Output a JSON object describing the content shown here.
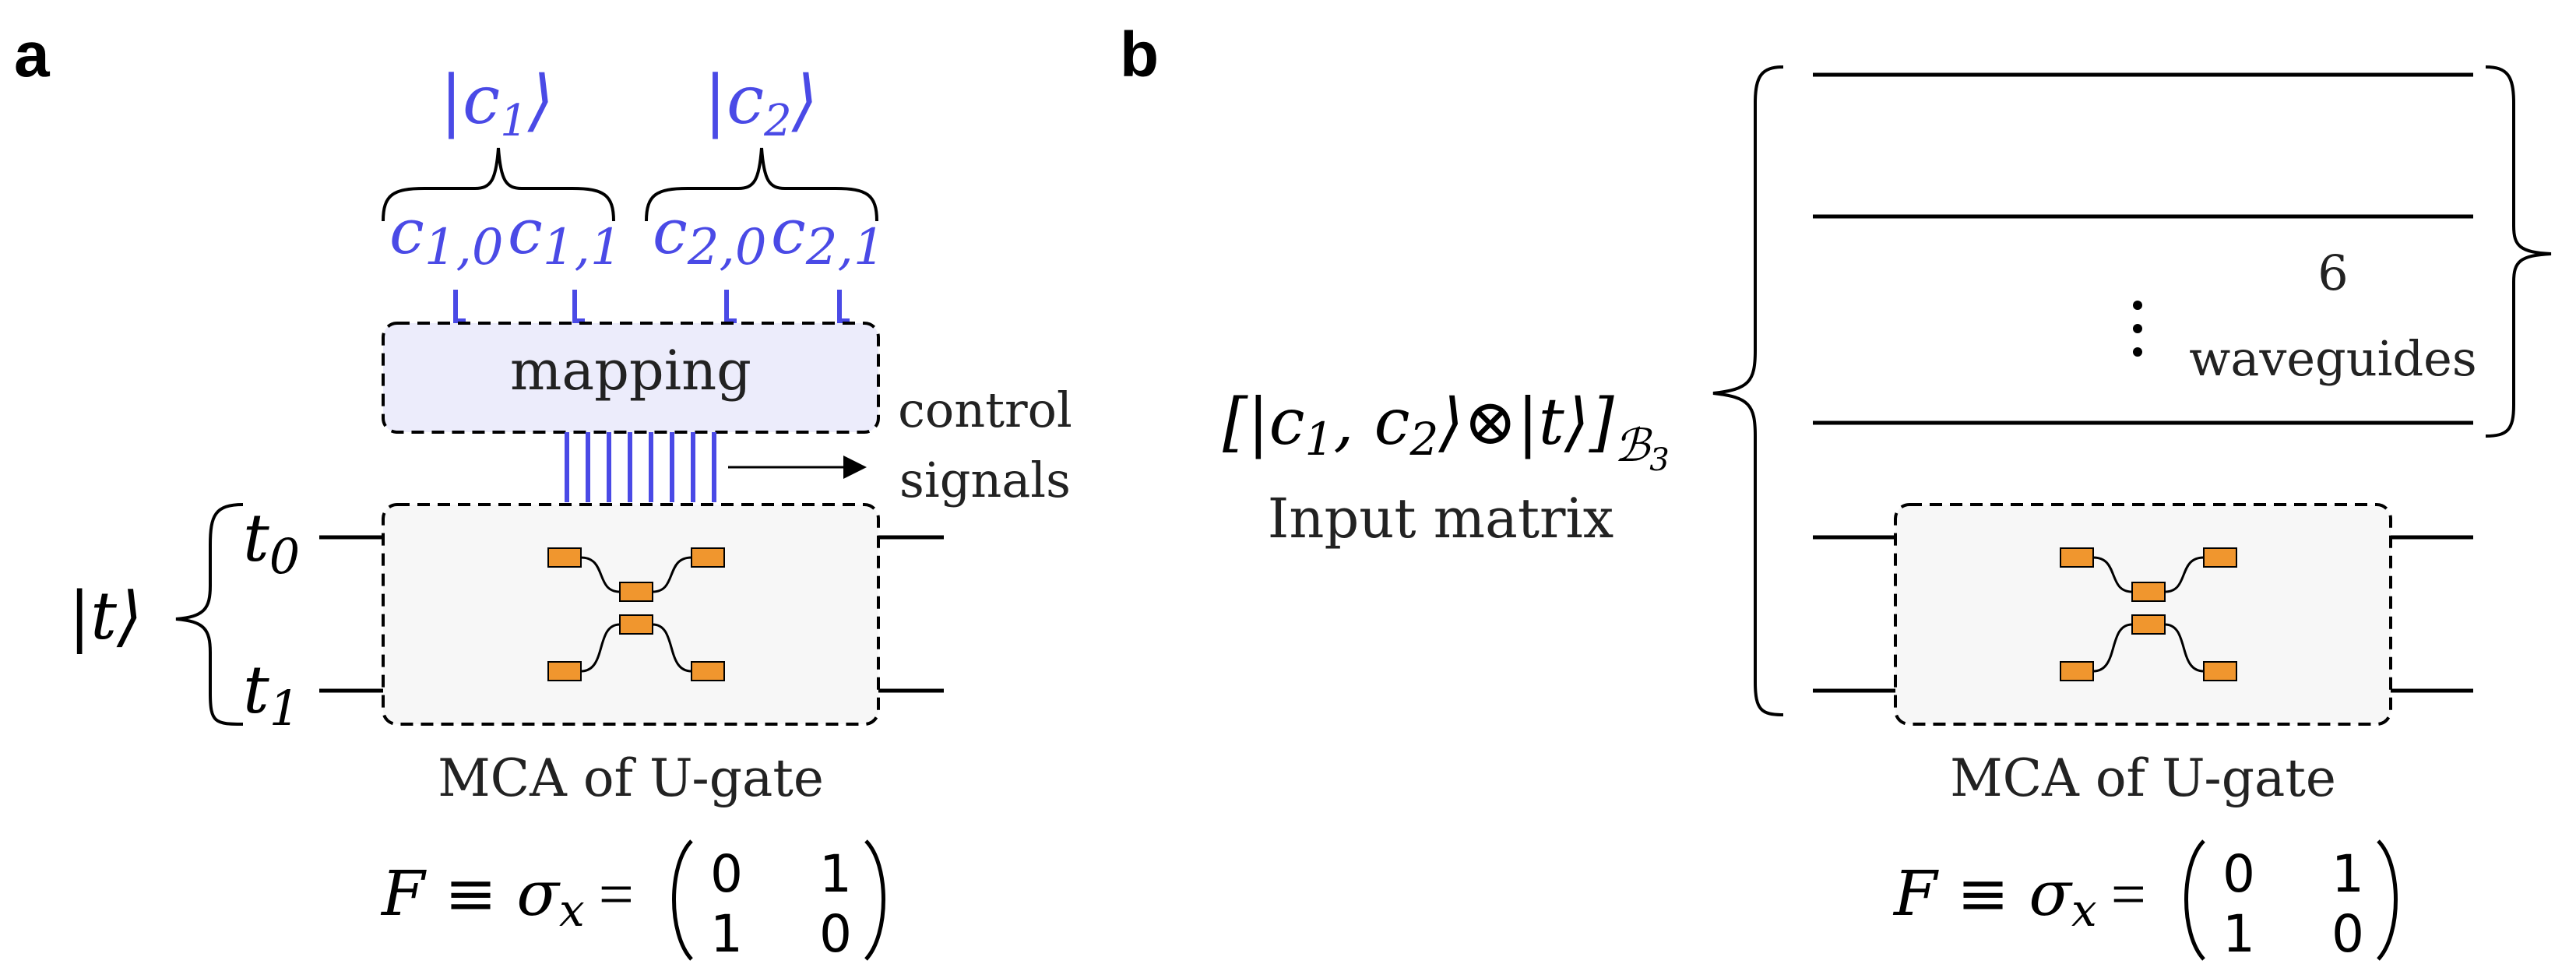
{
  "panel_a": {
    "label": "a",
    "ket_c1": "|c",
    "ket_c1_sub": "1",
    "ket_c1_close": "⟩",
    "ket_c2": "|c",
    "ket_c2_sub": "2",
    "ket_c2_close": "⟩",
    "c10": "c",
    "c10_sub": "1,0",
    "c11": "c",
    "c11_sub": "1,1",
    "c20": "c",
    "c20_sub": "2,0",
    "c21": "c",
    "c21_sub": "2,1",
    "mapping_label": "mapping",
    "control_line1": "control",
    "control_line2": "signals",
    "ket_t": "|t⟩",
    "t0": "t",
    "t0_sub": "0",
    "t1": "t",
    "t1_sub": "1",
    "mca_caption": "MCA of U-gate",
    "formula_lhs": "F ≡ σ",
    "formula_sub": "x",
    "formula_eq": "=",
    "matrix": [
      "0",
      "1",
      "1",
      "0"
    ]
  },
  "panel_b": {
    "label": "b",
    "input_expr": "[|c",
    "input_c1_sub": "1",
    "input_mid": ", c",
    "input_c2_sub": "2",
    "input_tail": "⟩⊗|t⟩]",
    "input_basis": "ℬ",
    "input_basis_sub": "3",
    "input_caption": "Input matrix",
    "waveguide_count": "6",
    "waveguide_label": "waveguides",
    "mca_caption": "MCA of U-gate",
    "formula_lhs": "F ≡ σ",
    "formula_sub": "x",
    "formula_eq": "=",
    "matrix": [
      "0",
      "1",
      "1",
      "0"
    ]
  },
  "colors": {
    "accent_blue": "#4a4ae6",
    "mapping_fill": "#ececfb",
    "mca_fill": "#f7f7f7",
    "component_orange": "#f0962e",
    "line_black": "#000000"
  }
}
